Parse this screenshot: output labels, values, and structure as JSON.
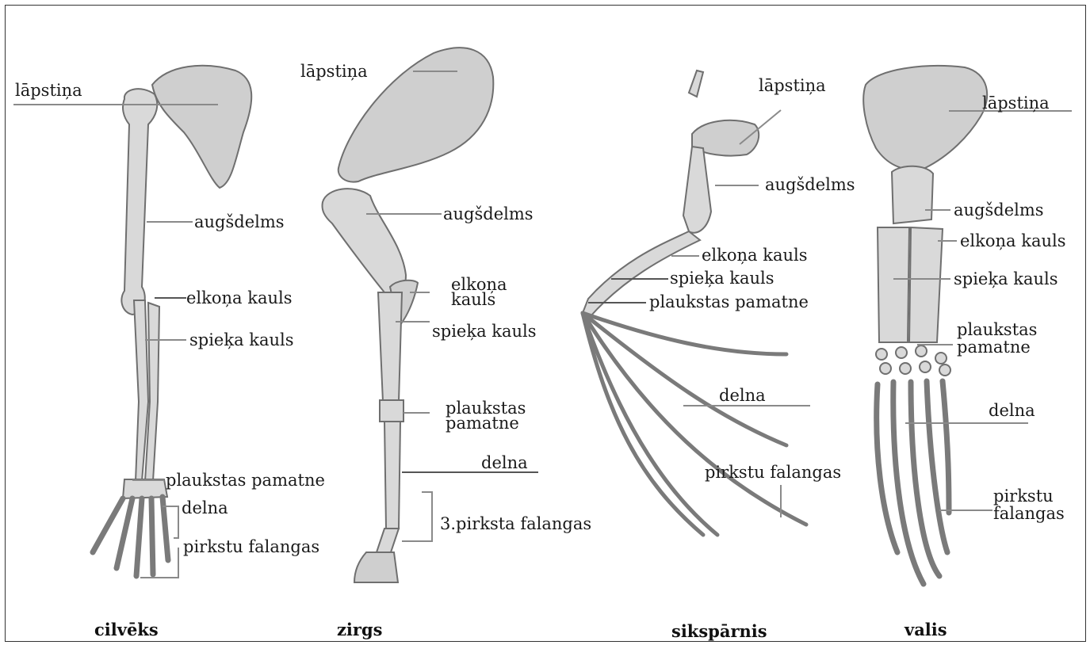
{
  "panels": [
    {
      "species": "cilvēks",
      "labels": {
        "scapula": "lāpstiņa",
        "humerus": "augšdelms",
        "ulna": "elkoņa kauls",
        "radius": "spieķa kauls",
        "carpus": "plaukstas pamatne",
        "metacarpus": "delna",
        "phalanges": "pirkstu falangas"
      }
    },
    {
      "species": "zirgs",
      "labels": {
        "scapula": "lāpstiņa",
        "humerus": "augšdelms",
        "ulna_line1": "elkoņa",
        "ulna_line2": "kauls",
        "radius": "spieķa kauls",
        "carpus_line1": "plaukstas",
        "carpus_line2": "pamatne",
        "metacarpus": "delna",
        "phalanges": "3.pirksta falangas"
      }
    },
    {
      "species": "sikspārnis",
      "labels": {
        "scapula": "lāpstiņa",
        "humerus": "augšdelms",
        "ulna": "elkoņa kauls",
        "radius": "spieķa kauls",
        "carpus": "plaukstas pamatne",
        "metacarpus": "delna",
        "phalanges": "pirkstu falangas"
      }
    },
    {
      "species": "valis",
      "labels": {
        "scapula": "lāpstiņa",
        "humerus": "augšdelms",
        "ulna": "elkoņa kauls",
        "radius": "spieķa kauls",
        "carpus_line1": "plaukstas",
        "carpus_line2": "pamatne",
        "metacarpus": "delna",
        "phalanges_line1": "pirkstu",
        "phalanges_line2": "falangas"
      }
    }
  ],
  "colors": {
    "bone_fill": "#d9d9d9",
    "bone_stroke": "#6f6f6f",
    "leader": "#8a8a8a",
    "text": "#1a1a1a"
  }
}
